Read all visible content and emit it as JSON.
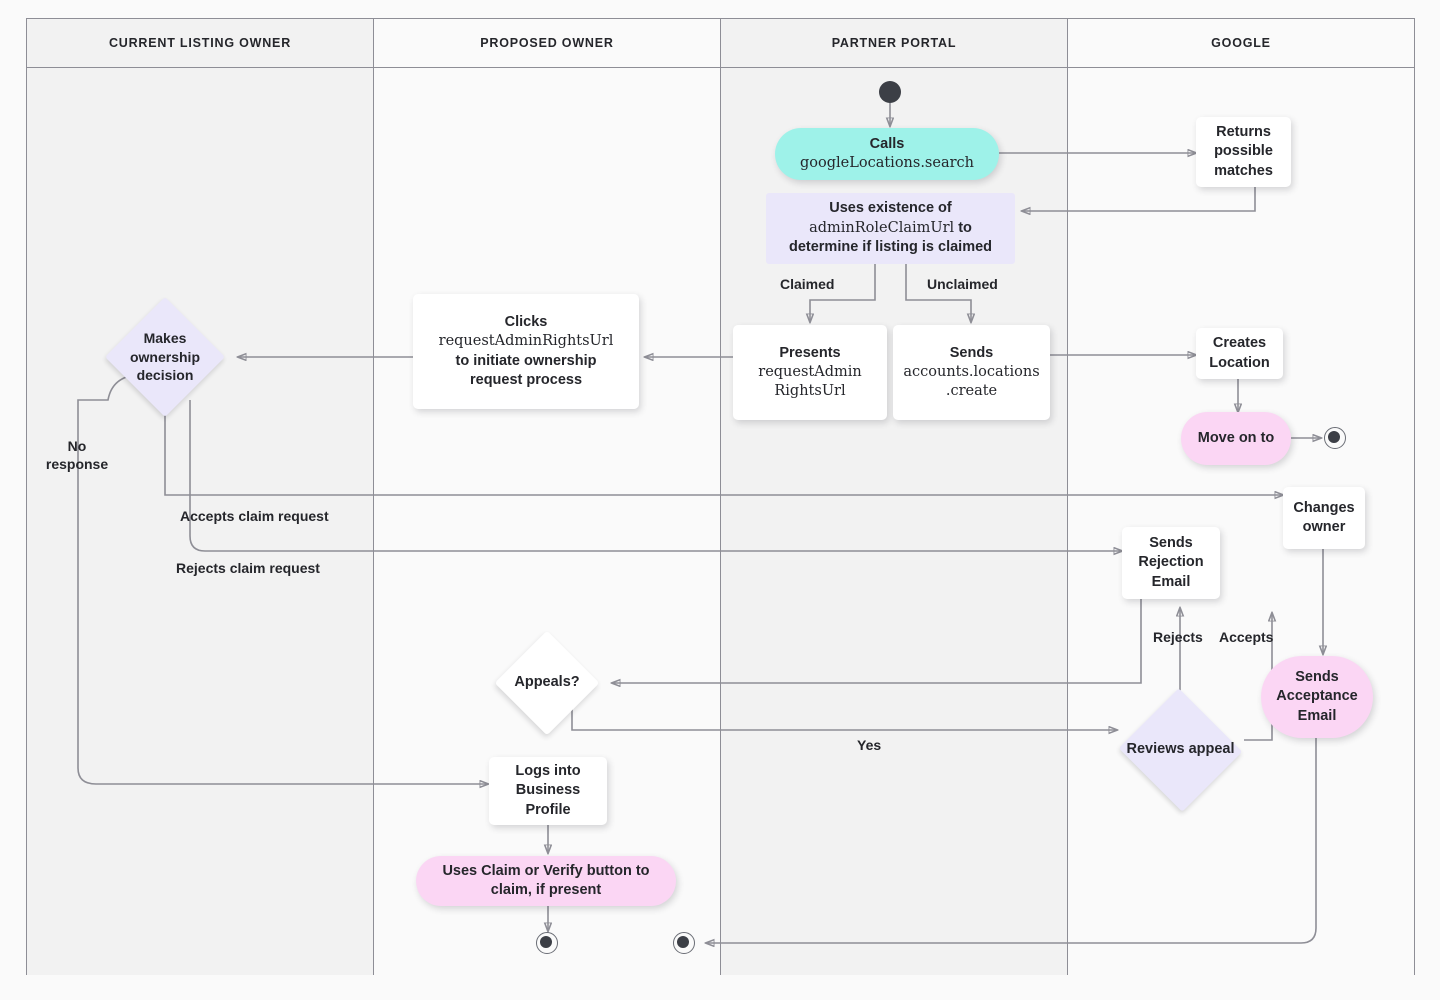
{
  "diagram": {
    "title": "Business Profile listing ownership transfer flow",
    "type": "swimlane-flowchart",
    "colors": {
      "teal": "#9ef2e9",
      "pink": "#fbd6f4",
      "purple": "#eae7fa",
      "white": "#ffffff",
      "line": "#8e8e96",
      "text": "#25262b",
      "lane_shaded": "#f2f2f2",
      "lane_plain": "#fafafa"
    }
  },
  "lanes": [
    {
      "id": "current-listing-owner",
      "label": "CURRENT LISTING OWNER"
    },
    {
      "id": "proposed-owner",
      "label": "PROPOSED OWNER"
    },
    {
      "id": "partner-portal",
      "label": "PARTNER PORTAL"
    },
    {
      "id": "google",
      "label": "GOOGLE"
    }
  ],
  "nodes": {
    "start": {
      "shape": "start-terminator",
      "label": ""
    },
    "calls_search": {
      "shape": "pill",
      "color": "teal",
      "line1": "Calls",
      "line2": "googleLocations.search"
    },
    "returns_matches": {
      "shape": "box",
      "color": "white",
      "label": "Returns possible matches"
    },
    "uses_existence": {
      "shape": "rect",
      "color": "purple",
      "line1": "Uses existence of",
      "code": "adminRoleClaimUrl",
      "line2": "to",
      "line3": "determine if listing is claimed"
    },
    "presents_url": {
      "shape": "box",
      "color": "white",
      "line1": "Presents",
      "code1": "requestAdmin",
      "code2": "RightsUrl"
    },
    "sends_create": {
      "shape": "box",
      "color": "white",
      "line1": "Sends",
      "code1": "accounts.locations",
      "code2": ".create"
    },
    "clicks_url": {
      "shape": "box",
      "color": "white",
      "line1": "Clicks",
      "code": "requestAdminRightsUrl",
      "line2": "to initiate ownership",
      "line3": "request process"
    },
    "makes_decision": {
      "shape": "diamond",
      "color": "purple",
      "label": "Makes ownership decision"
    },
    "creates_location": {
      "shape": "box",
      "color": "white",
      "label": "Creates Location"
    },
    "move_on_to": {
      "shape": "pill",
      "color": "pink",
      "label": "Move on to"
    },
    "end_google": {
      "shape": "end-terminator",
      "label": ""
    },
    "changes_owner": {
      "shape": "box",
      "color": "white",
      "label": "Changes owner"
    },
    "sends_rejection_email": {
      "shape": "box",
      "color": "white",
      "label": "Sends Rejection Email"
    },
    "sends_acceptance_email": {
      "shape": "pill",
      "color": "pink",
      "label": "Sends Acceptance Email"
    },
    "appeals": {
      "shape": "diamond",
      "color": "white",
      "label": "Appeals?"
    },
    "reviews_appeal": {
      "shape": "diamond",
      "color": "purple",
      "label": "Reviews appeal"
    },
    "logs_into_profile": {
      "shape": "box",
      "color": "white",
      "label": "Logs into Business Profile"
    },
    "uses_claim_verify": {
      "shape": "pill",
      "color": "pink",
      "label": "Uses Claim or Verify button to claim, if present"
    },
    "end_proposed": {
      "shape": "end-terminator",
      "label": ""
    },
    "end_partner": {
      "shape": "end-terminator",
      "label": ""
    }
  },
  "edge_labels": {
    "claimed": "Claimed",
    "unclaimed": "Unclaimed",
    "no_response": "No response",
    "accepts_claim": "Accepts claim request",
    "rejects_claim": "Rejects claim request",
    "rejects": "Rejects",
    "accepts": "Accepts",
    "yes": "Yes"
  }
}
